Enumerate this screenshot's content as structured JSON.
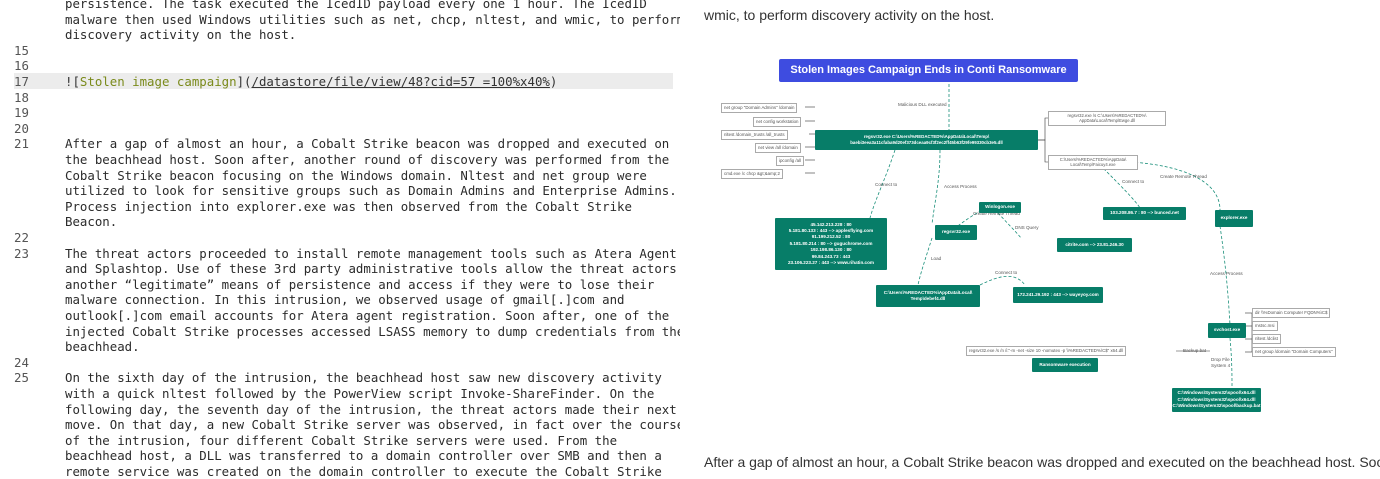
{
  "editor": {
    "lines": [
      {
        "num": "",
        "text": "persistence. The task executed the IcedID payload every one 1 hour. The IcedID"
      },
      {
        "num": "",
        "text": "malware then used Windows utilities such as net, chcp, nltest, and wmic, to perform"
      },
      {
        "num": "",
        "text": "discovery activity on the host."
      },
      {
        "num": "15",
        "text": ""
      },
      {
        "num": "16",
        "text": ""
      },
      {
        "num": "17",
        "text": ""
      },
      {
        "num": "18",
        "text": ""
      },
      {
        "num": "19",
        "text": ""
      },
      {
        "num": "20",
        "text": ""
      },
      {
        "num": "21",
        "text": "After a gap of almost an hour, a Cobalt Strike beacon was dropped and executed on"
      },
      {
        "num": "",
        "text": "the beachhead host. Soon after, another round of discovery was performed from the"
      },
      {
        "num": "",
        "text": "Cobalt Strike beacon focusing on the Windows domain. Nltest and net group were"
      },
      {
        "num": "",
        "text": "utilized to look for sensitive groups such as Domain Admins and Enterprise Admins."
      },
      {
        "num": "",
        "text": "Process injection into explorer.exe was then observed from the Cobalt Strike"
      },
      {
        "num": "",
        "text": "Beacon."
      },
      {
        "num": "22",
        "text": ""
      },
      {
        "num": "23",
        "text": "The threat actors proceeded to install remote management tools such as Atera Agent"
      },
      {
        "num": "",
        "text": "and Splashtop. Use of these 3rd party administrative tools allow the threat actors"
      },
      {
        "num": "",
        "text": "another “legitimate” means of persistence and access if they were to lose their"
      },
      {
        "num": "",
        "text": "malware connection. In this intrusion, we observed usage of gmail[.]com and"
      },
      {
        "num": "",
        "text": "outlook[.]com email accounts for Atera agent registration. Soon after, one of the"
      },
      {
        "num": "",
        "text": "injected Cobalt Strike processes accessed LSASS memory to dump credentials from the"
      },
      {
        "num": "",
        "text": "beachhead."
      },
      {
        "num": "24",
        "text": ""
      },
      {
        "num": "25",
        "text": "On the sixth day of the intrusion, the beachhead host saw new discovery activity"
      },
      {
        "num": "",
        "text": "with a quick nltest followed by the PowerView script Invoke-ShareFinder. On the"
      },
      {
        "num": "",
        "text": "following day, the seventh day of the intrusion, the threat actors made their next"
      },
      {
        "num": "",
        "text": "move. On that day, a new Cobalt Strike server was observed, in fact over the course"
      },
      {
        "num": "",
        "text": "of the intrusion, four different Cobalt Strike servers were used. From the"
      },
      {
        "num": "",
        "text": "beachhead host, a DLL was transferred to a domain controller over SMB and then a"
      },
      {
        "num": "",
        "text": "remote service was created on the domain controller to execute the Cobalt Strike"
      }
    ],
    "md_image": {
      "bang": "![",
      "alt": "Stolen image campaign",
      "mid": "](",
      "url": "/datastore/file/view/48?cid=57 =100%x40%",
      "end": ")"
    }
  },
  "preview": {
    "top_text": "wmic, to perform discovery activity on the host.",
    "bottom_text": "After a gap of almost an hour, a Cobalt Strike beacon was dropped and executed on the beachhead host. Soon",
    "diagram": {
      "title": "Stolen Images Campaign Ends in Conti Ransomware",
      "malicious_dll": "Malicious DLL executed",
      "left_cmds": [
        "net group \"Domain Admins\" /domain",
        "net config workstation",
        "nltest /domain_trusts /all_trusts",
        "net view /all /domain",
        "ipconfig /all",
        "cmd.exe /c chcp &gt;&amp;2"
      ],
      "regsvr_main": "regsvr32.exe C:\\Users\\%REDACTED%\\AppData\\Local\\Temp\\ baebi3eea3a11cfaba9d20ef373dceaa9cf3f2ec2ff45b63f29fe99330cb3e5.dll",
      "regsvr_temp": "regsvr32.exe /s C:\\Users\\%REDACTED%\\ AppData\\Local\\Temp\\Ewge.dll",
      "faicuy": "C:\\Users\\%REDACTED%\\AppData\\ Local\\Temp\\Faicuy4.exe",
      "connect_to": "Connect to",
      "access_process": "Access Process",
      "create_remote_thread": "Create Remote Thread",
      "dns_query": "DNS Query",
      "load": "Load",
      "ip_list": [
        "45.142.213.228 : 80",
        "5.181.80.133 : 443 --> applesflying.com",
        "91.199.212.52 : 80",
        "5.181.80.214 : 80 --> guguchrome.com",
        "192.198.86.130 : 80",
        "99.84.243.73 : 443",
        "23.106.223.27 : 443 --> www.rihatin.com"
      ],
      "regsvr32": "regsvr32.exe",
      "winlogon": "Winlogon.exe",
      "citrite": "citrite.com --> 23.81.246.30",
      "bunced": "103.208.86.7 : 80 --> bunced.net",
      "explorer": "explorer.exe",
      "debef4": "C:\\Users\\%REDACTED%\\AppData\\Local\\ Temp\\debef4.dll",
      "wayeyoy": "172.241.29.192 : 443 --> wayeyoy.com",
      "svchost": "svchost.exe",
      "svchost_cmds": [
        "dir \\\\%Domain Computer FQDN%\\C$",
        "mstsc.msi",
        "nltest /dclist",
        "net group /domain \"Domain Computers\""
      ],
      "backup_cmd": "regsvr32.exe /s /n /i:\"-m -net -size 10 -nomutex -p \\\\%REDACTED%\\C$\" x64.dll",
      "backup_bat": "Backup.bat",
      "ransomware": "Ransomware execution",
      "drop_file": "Drop File System 4",
      "spool_files": [
        "C:\\Windows\\System32\\spool\\x64.dll",
        "C:\\Windows\\System32\\spool\\x64.dll",
        "C:\\Windows\\System32\\spool\\backup.bat"
      ]
    }
  }
}
